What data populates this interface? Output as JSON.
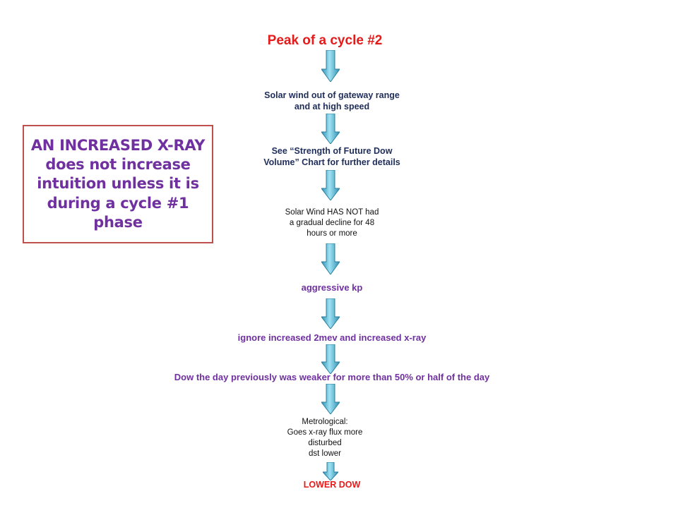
{
  "flow": {
    "title": "Peak of a cycle #2",
    "steps": [
      "Solar wind out of gateway range\nand at high speed",
      "See “Strength of Future Dow\nVolume” Chart for further details",
      "Solar Wind HAS NOT had\na gradual decline for 48\nhours or more",
      "aggressive kp",
      "ignore increased 2mev and increased x-ray",
      "Dow the day previously was weaker for more than 50% or half of the day",
      "Metrological:\nGoes x-ray flux more\ndisturbed\ndst lower"
    ],
    "result": "LOWER DOW"
  },
  "note": {
    "text": "AN INCREASED X-RAY\ndoes not increase\nintuition unless it is\nduring a cycle #1\nphase"
  },
  "colors": {
    "title": "#e31b1b",
    "arrow": "#4bacc6",
    "note_border": "#c0504d",
    "note_text": "#7030a0",
    "result": "#e31b1b"
  },
  "icons": {
    "arrow": "down-arrow-icon"
  }
}
